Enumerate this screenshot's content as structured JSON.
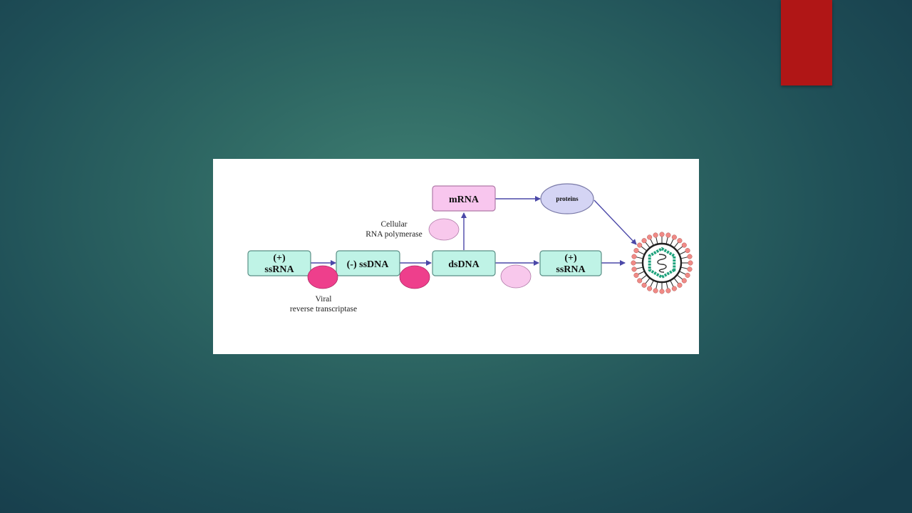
{
  "slide": {
    "accent_color": "#b01616"
  },
  "diagram": {
    "nodes": {
      "ssrna_left_line1": "(+)",
      "ssrna_left_line2": "ssRNA",
      "ssdna": "(-) ssDNA",
      "dsdna": "dsDNA",
      "mrna": "mRNA",
      "proteins": "proteins",
      "ssrna_right_line1": "(+)",
      "ssrna_right_line2": "ssRNA"
    },
    "labels": {
      "cellular_line1": "Cellular",
      "cellular_line2": "RNA polymerase",
      "viral_line1": "Viral",
      "viral_line2": "reverse transcriptase"
    },
    "colors": {
      "box_fill": "#bff3e6",
      "box_stroke": "#5a8f86",
      "mrna_fill": "#f8c6ee",
      "mrna_stroke": "#b07aa8",
      "proteins_fill": "#d4d4f4",
      "proteins_stroke": "#7a7aa8",
      "arrow": "#4b48a8",
      "enzyme_viral": "#ee3f8c",
      "enzyme_cellular": "#f8c8ec",
      "virion_core": "#1fa37d",
      "virion_spike": "#f08a86"
    },
    "icons": {
      "virion": "virus-particle-icon"
    }
  }
}
